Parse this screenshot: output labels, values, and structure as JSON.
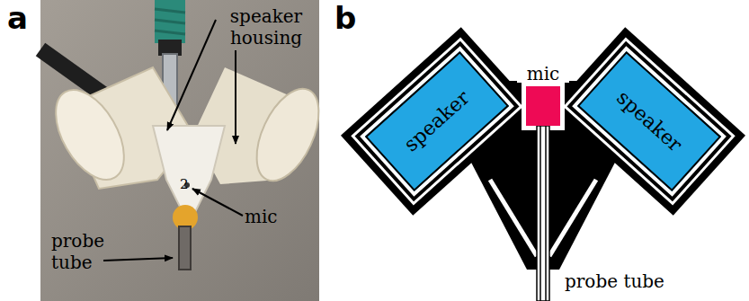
{
  "diagram": {
    "nodes": [
      {
        "text": [
          "speaker"
        ]
      },
      {
        "text": [
          "mic"
        ]
      },
      {
        "text": [
          "speaker"
        ]
      }
    ],
    "labels": [
      "a",
      "speaker housing",
      "2",
      "mic",
      "probe tube",
      "b",
      "probe tube"
    ]
  }
}
